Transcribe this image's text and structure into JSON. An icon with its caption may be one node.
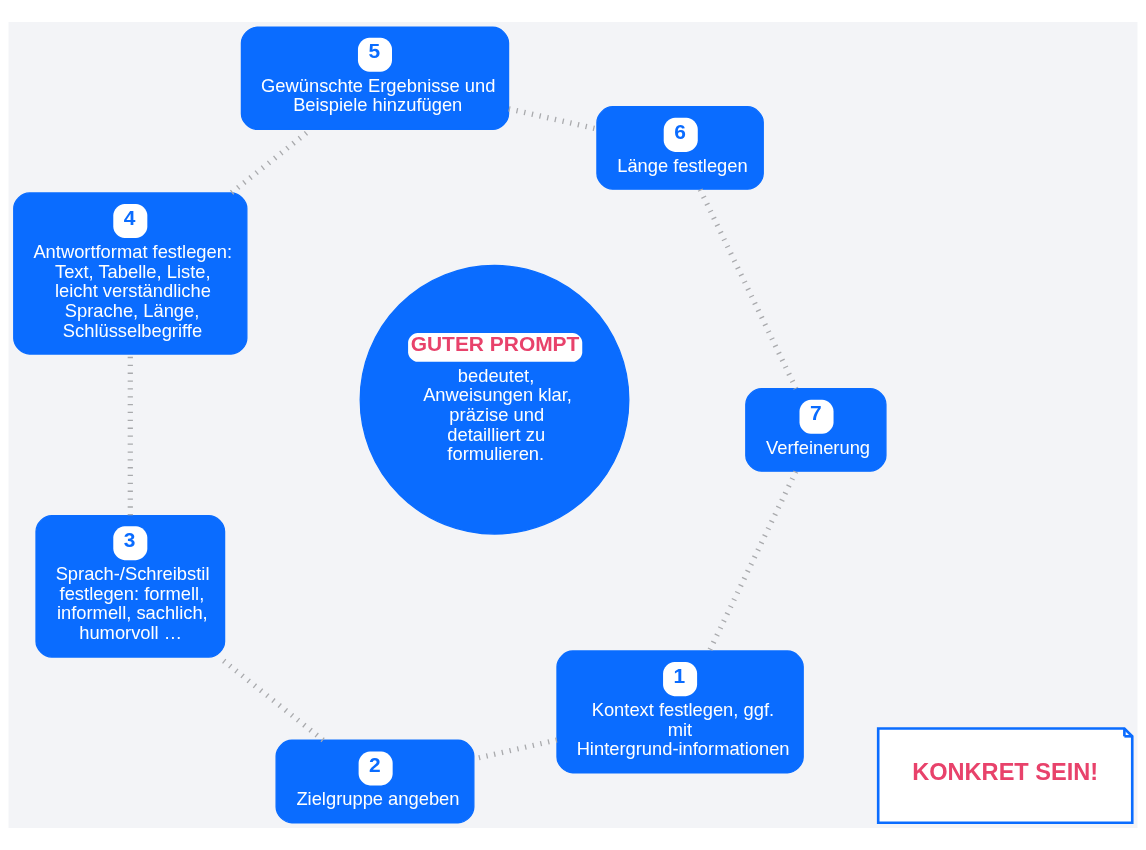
{
  "diagram": {
    "nodes": [
      {
        "text": [
          "1",
          "Kontext festlegen, ggf. mit Hintergrund-informationen"
        ]
      },
      {
        "text": [
          "2",
          "Zielgruppe angeben"
        ]
      },
      {
        "text": [
          "3",
          "Sprach-/Schreibstil festlegen: formell, informell, sachlich, humorvoll …"
        ]
      },
      {
        "text": [
          "4",
          "Antwortformat festlegen: Text, Tabelle, Liste, leicht verständliche Sprache, Länge, Schlüsselbegriffe"
        ]
      },
      {
        "text": [
          "5",
          "Gewünschte Ergebnisse und Beispiele hinzufügen"
        ]
      },
      {
        "text": [
          "6",
          "Länge festlegen"
        ]
      },
      {
        "text": [
          "7",
          "Verfeinerung"
        ]
      },
      {
        "text": [
          "GUTER PROMPT",
          "bedeutet, Anweisungen klar, präzise und detailliert zu formulieren."
        ]
      },
      {
        "text": [
          "KONKRET SEIN!"
        ]
      }
    ],
    "edges": [
      {
        "from": 0,
        "to": 1,
        "arrow": "none",
        "style": "dashed"
      },
      {
        "from": 1,
        "to": 2,
        "arrow": "none",
        "style": "dashed"
      },
      {
        "from": 2,
        "to": 3,
        "arrow": "none",
        "style": "dashed"
      },
      {
        "from": 3,
        "to": 4,
        "arrow": "none",
        "style": "dashed"
      },
      {
        "from": 4,
        "to": 5,
        "arrow": "none",
        "style": "dashed"
      },
      {
        "from": 5,
        "to": 6,
        "arrow": "none",
        "style": "dashed"
      },
      {
        "from": 6,
        "to": 0,
        "arrow": "none",
        "style": "dashed"
      }
    ]
  }
}
